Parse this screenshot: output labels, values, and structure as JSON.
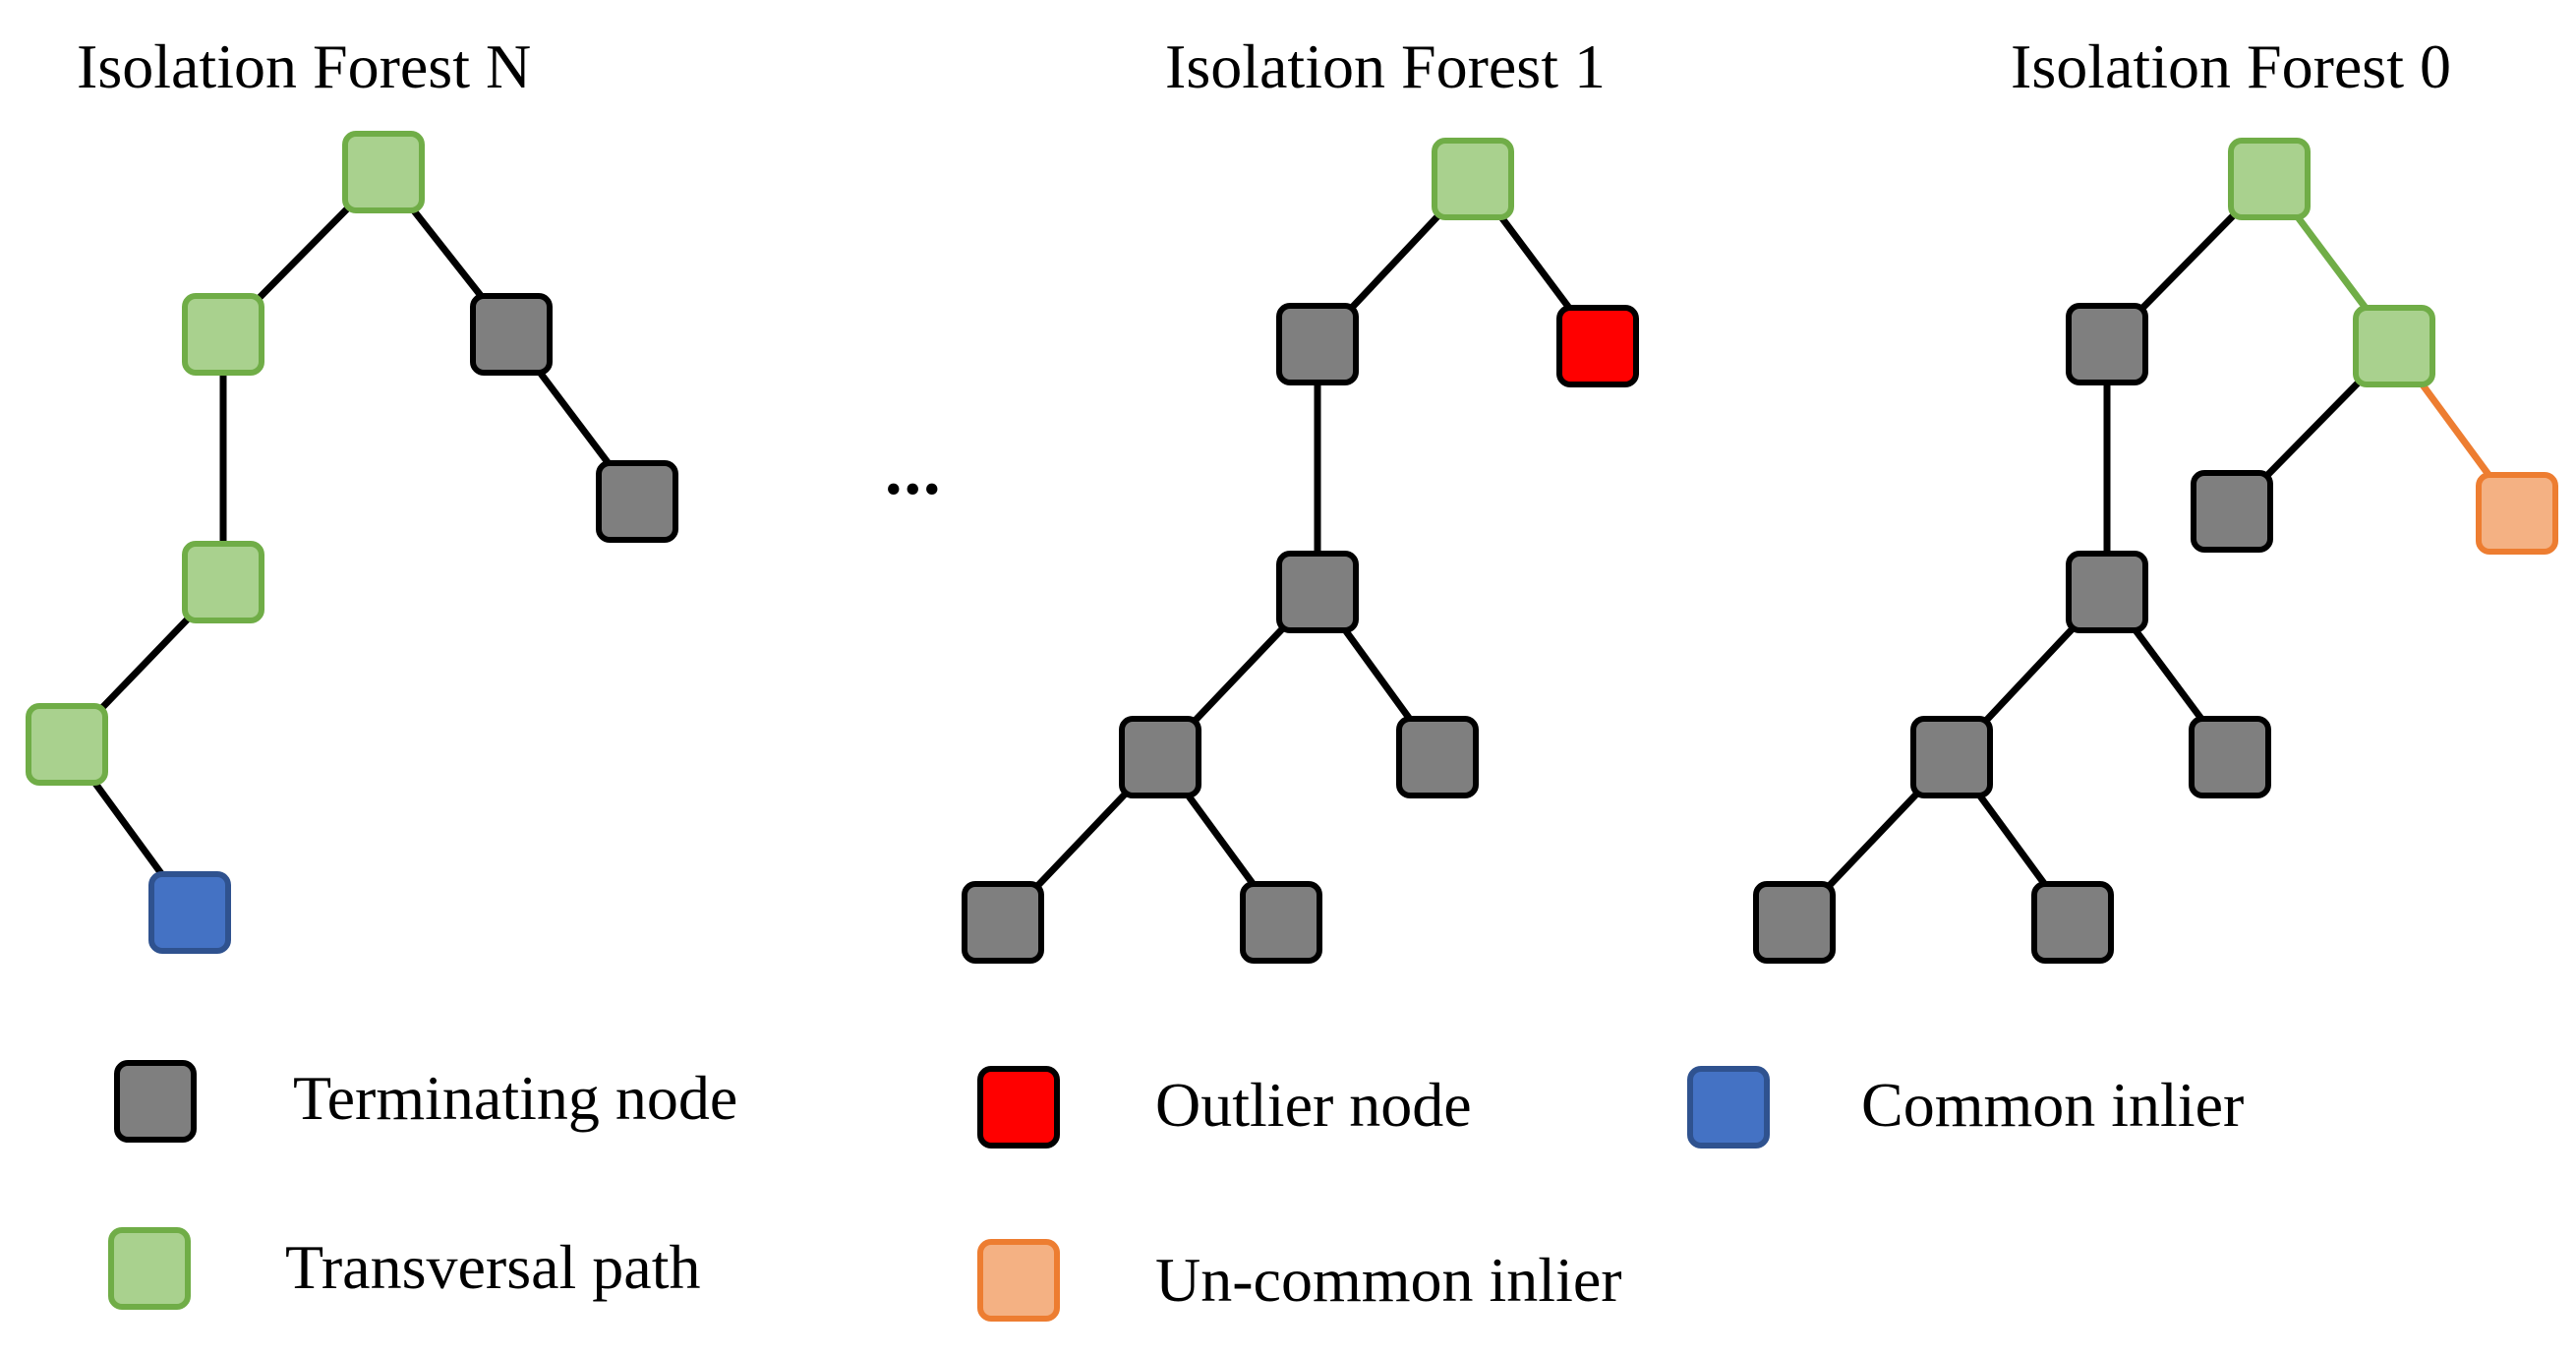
{
  "titles": {
    "forest_n": "Isolation Forest N",
    "forest_1": "Isolation Forest 1",
    "forest_0": "Isolation Forest 0"
  },
  "ellipsis": "...",
  "legend": {
    "terminating": "Terminating node",
    "outlier": "Outlier node",
    "common_inlier": "Common inlier",
    "transversal": "Transversal path",
    "uncommon_inlier": "Un-common inlier"
  },
  "node_types": {
    "terminating": {
      "fill": "#7f7f7f",
      "stroke": "#000000"
    },
    "transversal": {
      "fill": "#a9d18e",
      "stroke": "#70ad47"
    },
    "outlier": {
      "fill": "#ff0000",
      "stroke": "#000000"
    },
    "common_inlier": {
      "fill": "#4472c4",
      "stroke": "#2f528f"
    },
    "uncommon_inlier": {
      "fill": "#f4b183",
      "stroke": "#ed7d31"
    }
  },
  "edge_colors": {
    "default": "#000000",
    "transversal": "#70ad47",
    "uncommon_inlier": "#ed7d31"
  }
}
